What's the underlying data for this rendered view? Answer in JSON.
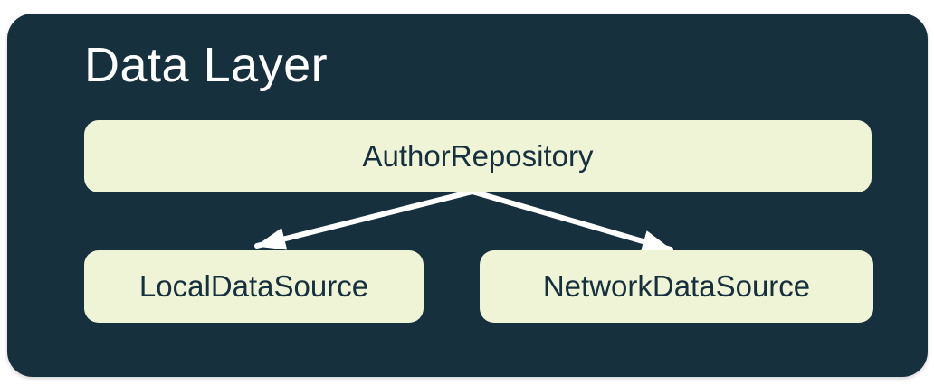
{
  "diagram": {
    "title": "Data Layer",
    "nodes": [
      {
        "id": "repository",
        "label": "AuthorRepository"
      },
      {
        "id": "local",
        "label": "LocalDataSource"
      },
      {
        "id": "network",
        "label": "NetworkDataSource"
      }
    ],
    "edges": [
      {
        "from": "AuthorRepository",
        "to": "LocalDataSource"
      },
      {
        "from": "AuthorRepository",
        "to": "NetworkDataSource"
      }
    ],
    "colors": {
      "page_background": "#ffffff",
      "container_background": "#16303e",
      "node_background": "#f0f4d6",
      "node_text": "#16303e",
      "title_text": "#ffffff",
      "arrow": "#ffffff"
    }
  }
}
